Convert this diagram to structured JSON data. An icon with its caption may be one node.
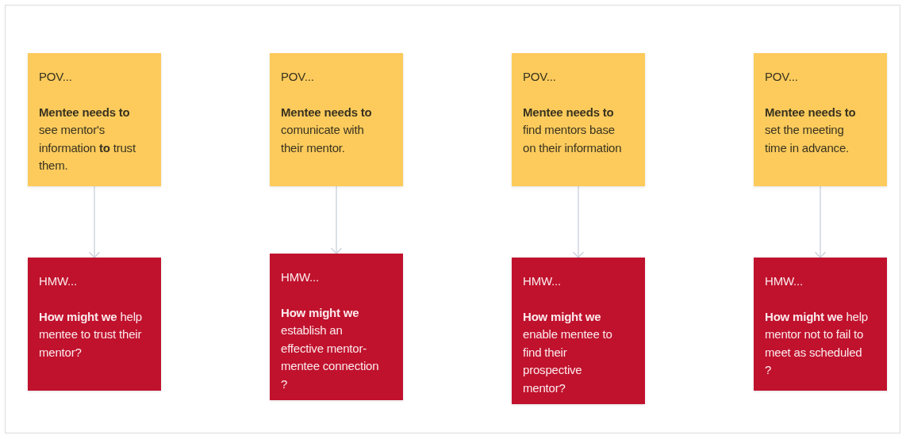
{
  "diagram": {
    "nodes": [
      {
        "text": [
          "POV...",
          "**Mentee needs to** see mentor's information **to** trust them."
        ]
      },
      {
        "text": [
          "POV...",
          "**Mentee needs to** comunicate with their mentor."
        ]
      },
      {
        "text": [
          "POV...",
          "**Mentee needs to** find mentors base on their information"
        ]
      },
      {
        "text": [
          "POV...",
          "**Mentee needs to** set the meeting time in advance."
        ]
      },
      {
        "text": [
          "HMW...",
          "**How might we** help mentee to trust their mentor?"
        ]
      },
      {
        "text": [
          "HMW...",
          "**How might we** establish an effective mentor-mentee connection ?"
        ]
      },
      {
        "text": [
          "HMW...",
          "**How might we** enable mentee to find their prospective mentor?"
        ]
      },
      {
        "text": [
          "HMW...",
          "**How might we** help mentor not to fail to meet as scheduled ?"
        ]
      }
    ],
    "edges": [
      {
        "from": 0,
        "to": 4,
        "arrow": "to"
      },
      {
        "from": 1,
        "to": 5,
        "arrow": "to"
      },
      {
        "from": 2,
        "to": 6,
        "arrow": "to"
      },
      {
        "from": 3,
        "to": 7,
        "arrow": "to"
      }
    ]
  }
}
